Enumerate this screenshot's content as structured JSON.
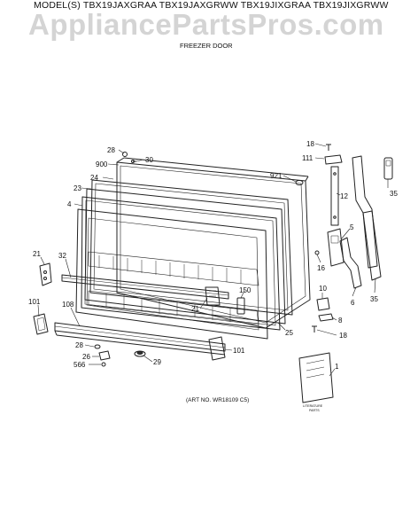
{
  "header": {
    "models": "MODEL(S) TBX19JAXGRAA  TBX19JAXGRWW  TBX19JIXGRAA  TBX19JIXGRWW",
    "watermark": "AppliancePartsPros.com",
    "section_title": "FREEZER DOOR"
  },
  "art_number": "(ART NO. WR18109 C5)",
  "literature_label_1": "LITERATURE",
  "literature_label_2": "PARTS",
  "callouts": {
    "c28_top": "28",
    "c30": "30",
    "c900": "900",
    "c24": "24",
    "c23": "23",
    "c4": "4",
    "c921": "921",
    "c18_top": "18",
    "c111": "111",
    "c12": "12",
    "c35_top": "35",
    "c5": "5",
    "c16": "16",
    "c6": "6",
    "c35_bottom": "35",
    "c10": "10",
    "c8": "8",
    "c18_bottom": "18",
    "c21_left": "21",
    "c32": "32",
    "c150": "150",
    "c21_mid": "21",
    "c25": "25",
    "c101_left": "101",
    "c108": "108",
    "c28_bottom": "28",
    "c26": "26",
    "c566": "566",
    "c29": "29",
    "c101_right": "101",
    "c1": "1"
  }
}
